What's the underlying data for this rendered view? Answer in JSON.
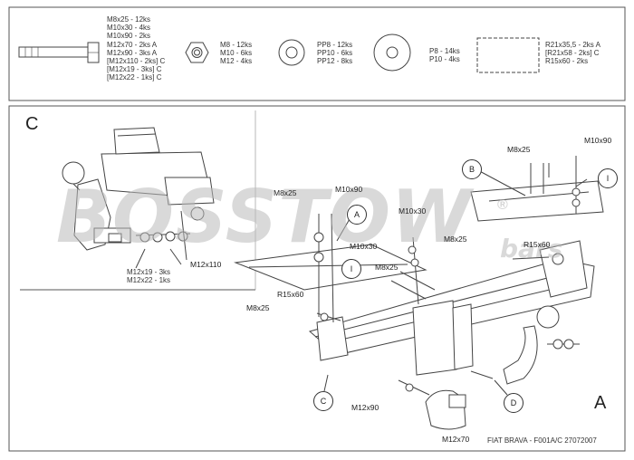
{
  "hardware": {
    "bolt_specs": [
      "M8x25 - 12ks",
      "M10x30 - 4ks",
      "M10x90 - 2ks",
      "M12x70 - 2ks A",
      "M12x90 - 3ks A",
      "[M12x110 - 2ks] C",
      "[M12x19 - 3ks] C",
      "[M12x22 - 1ks] C"
    ],
    "nut_specs": [
      "M8 - 12ks",
      "M10 - 6ks",
      "M12 - 4ks"
    ],
    "washer_specs": [
      "PP8 - 12ks",
      "PP10 - 6ks",
      "PP12 - 8ks"
    ],
    "flat_washer_specs": [
      "P8 - 14ks",
      "P10 - 4ks"
    ],
    "spacer_specs": [
      "R21x35,5 - 2ks A",
      "[R21x58 - 2ks] C",
      "R15x60 - 2ks"
    ]
  },
  "section_c": {
    "letter": "C",
    "bolt_note": [
      "M12x19 - 3ks",
      "M12x22 - 1ks"
    ],
    "bolt_label": "M12x110"
  },
  "section_a": {
    "letter": "A",
    "labels": {
      "m8x25_top": "M8x25",
      "m10x90_top": "M10x90",
      "m8x25_mid": "M8x25",
      "m10x90_mid": "M10x90",
      "m10x30_a": "M10x30",
      "m10x30_b": "M10x30",
      "m8x25_right": "M8x25",
      "r15x60_right": "R15x60",
      "r15x60_left": "R15x60",
      "m8x25_left": "M8x25",
      "m8x25_center": "M8x25",
      "m12x90": "M12x90",
      "m12x70": "M12x70"
    },
    "callouts": {
      "a": "A",
      "b": "B",
      "c": "C",
      "d": "D",
      "i1": "I",
      "i2": "I"
    },
    "footer": "FIAT BRAVA - F001A/C   27072007"
  },
  "watermark": {
    "brand": "BOSSTOW",
    "registered": "®",
    "sub": "bars"
  }
}
